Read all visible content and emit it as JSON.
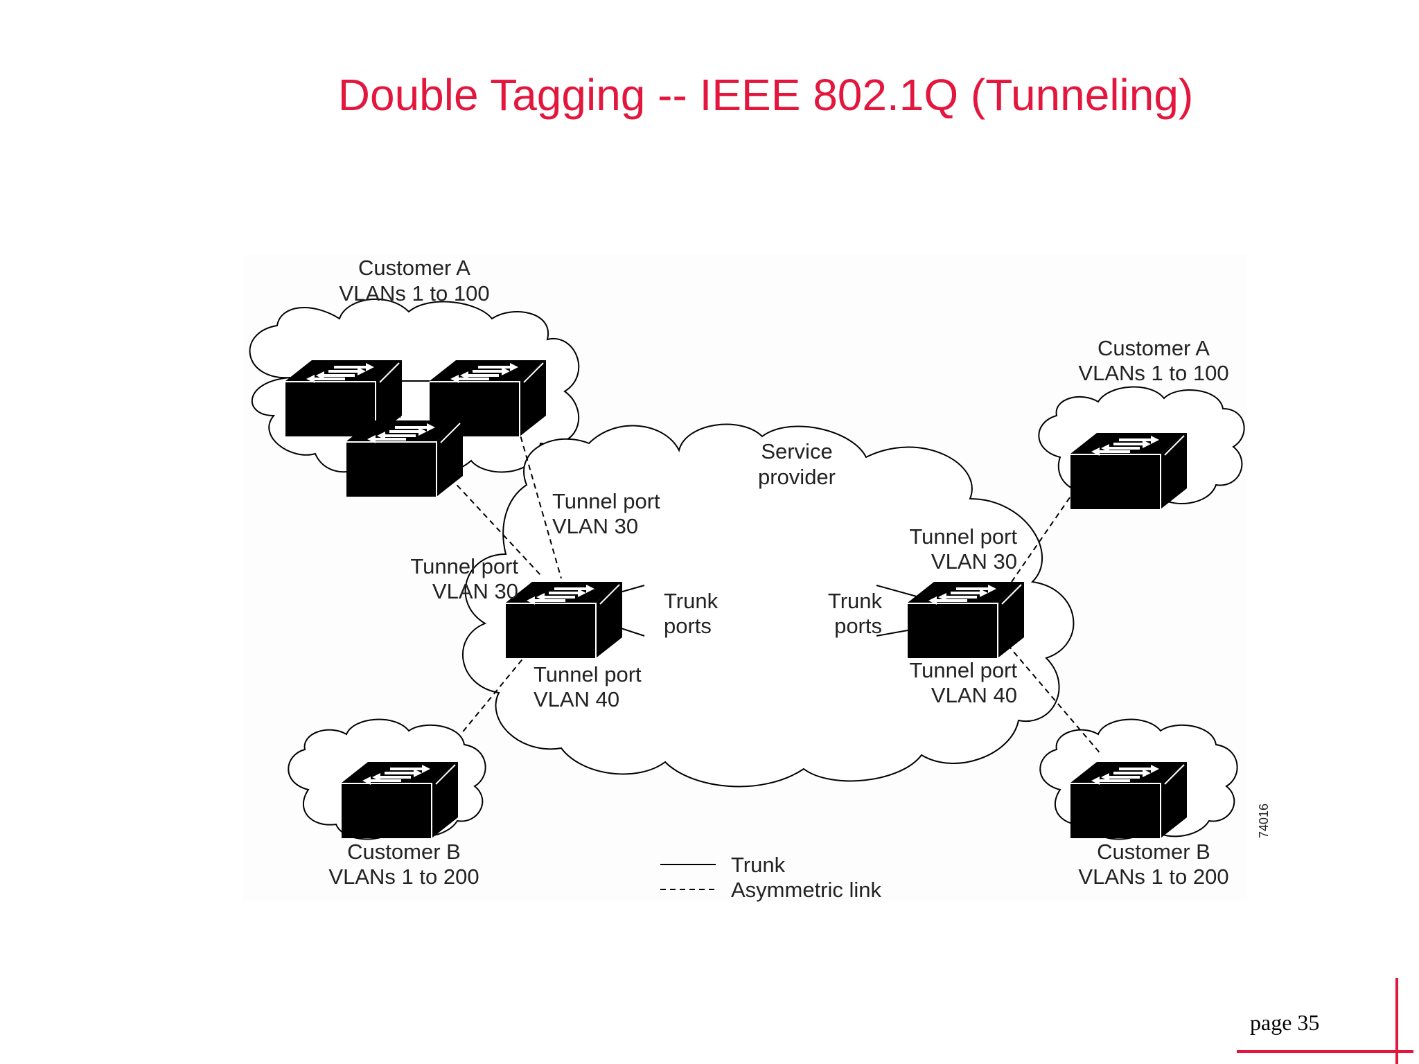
{
  "slide": {
    "title": "Double Tagging -- IEEE 802.1Q (Tunneling)",
    "page": "page 35",
    "accent_color": "#e3173e"
  },
  "diagram": {
    "figure_id": "74016",
    "clouds": {
      "customer_a_left": [
        "Customer A",
        "VLANs 1 to 100"
      ],
      "customer_a_right": [
        "Customer A",
        "VLANs 1 to 100"
      ],
      "customer_b_left": [
        "Customer B",
        "VLANs 1 to 200"
      ],
      "customer_b_right": [
        "Customer B",
        "VLANs 1 to 200"
      ],
      "service_provider": [
        "Service",
        "provider"
      ]
    },
    "left_switch": {
      "tunnel_top": [
        "Tunnel port",
        "VLAN 30"
      ],
      "tunnel_left": [
        "Tunnel port",
        "VLAN 30"
      ],
      "trunk": [
        "Trunk",
        "ports"
      ],
      "tunnel_bottom": [
        "Tunnel port",
        "VLAN 40"
      ]
    },
    "right_switch": {
      "tunnel_top": [
        "Tunnel port",
        "VLAN 30"
      ],
      "trunk": [
        "Trunk",
        "ports"
      ],
      "tunnel_bottom": [
        "Tunnel port",
        "VLAN 40"
      ]
    },
    "legend": {
      "solid": "Trunk",
      "dashed": "Asymmetric link"
    }
  }
}
